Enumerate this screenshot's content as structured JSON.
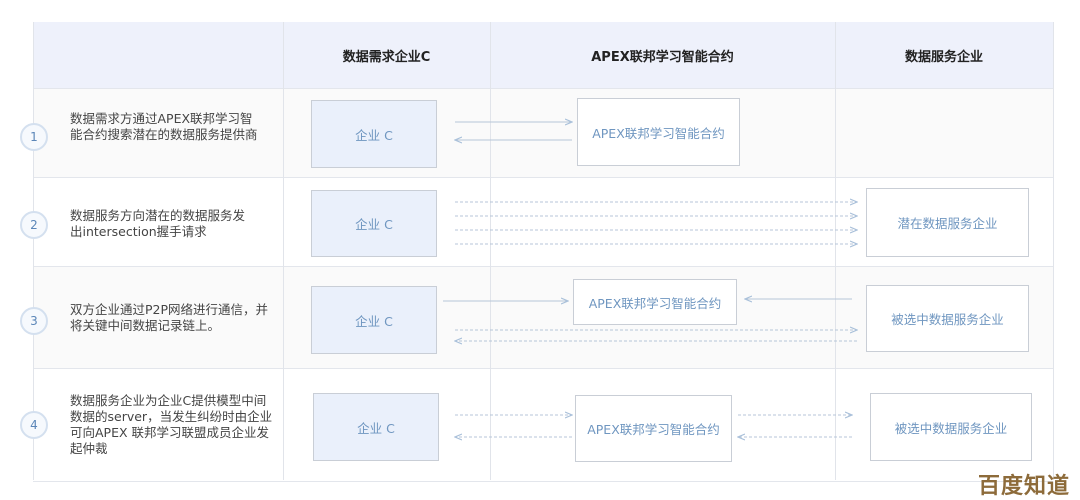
{
  "headers": [
    "数据需求企业C",
    "APEX联邦学习智能合约",
    "数据服务企业"
  ],
  "steps": [
    {
      "num": "1",
      "desc": "数据需求方通过APEX联邦学习智能合约搜索潜在的数据服务提供商",
      "c": "企业 C",
      "mid": "APEX联邦学习智能合约"
    },
    {
      "num": "2",
      "desc": "数据服务方向潜在的数据服务发出intersection握手请求",
      "c": "企业 C",
      "right": "潜在数据服务企业"
    },
    {
      "num": "3",
      "desc": "双方企业通过P2P网络进行通信，并将关键中间数据记录链上。",
      "c": "企业 C",
      "mid": "APEX联邦学习智能合约",
      "right": "被选中数据服务企业"
    },
    {
      "num": "4",
      "desc": "数据服务企业为企业C提供模型中间数据的server，当发生纠纷时由企业可向APEX 联邦学习联盟成员企业发起仲裁",
      "c": "企业 C",
      "mid": "APEX联邦学习智能合约",
      "right": "被选中数据服务企业"
    }
  ],
  "watermark": "百度知道"
}
